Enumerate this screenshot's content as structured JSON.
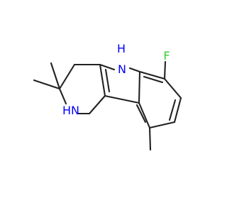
{
  "molecule": {
    "atoms": [
      {
        "id": "N5",
        "label": "H\nN",
        "text": "N",
        "h": "H",
        "color": "#0000ff"
      },
      {
        "id": "N2",
        "label": "HN",
        "text": "HN",
        "color": "#0000ff"
      },
      {
        "id": "F",
        "label": "F",
        "text": "F",
        "color": "#33cc33"
      }
    ],
    "colors": {
      "bond": "#222222",
      "nitrogen": "#0000ff",
      "fluorine": "#33cc33",
      "background": "#ffffff"
    }
  }
}
